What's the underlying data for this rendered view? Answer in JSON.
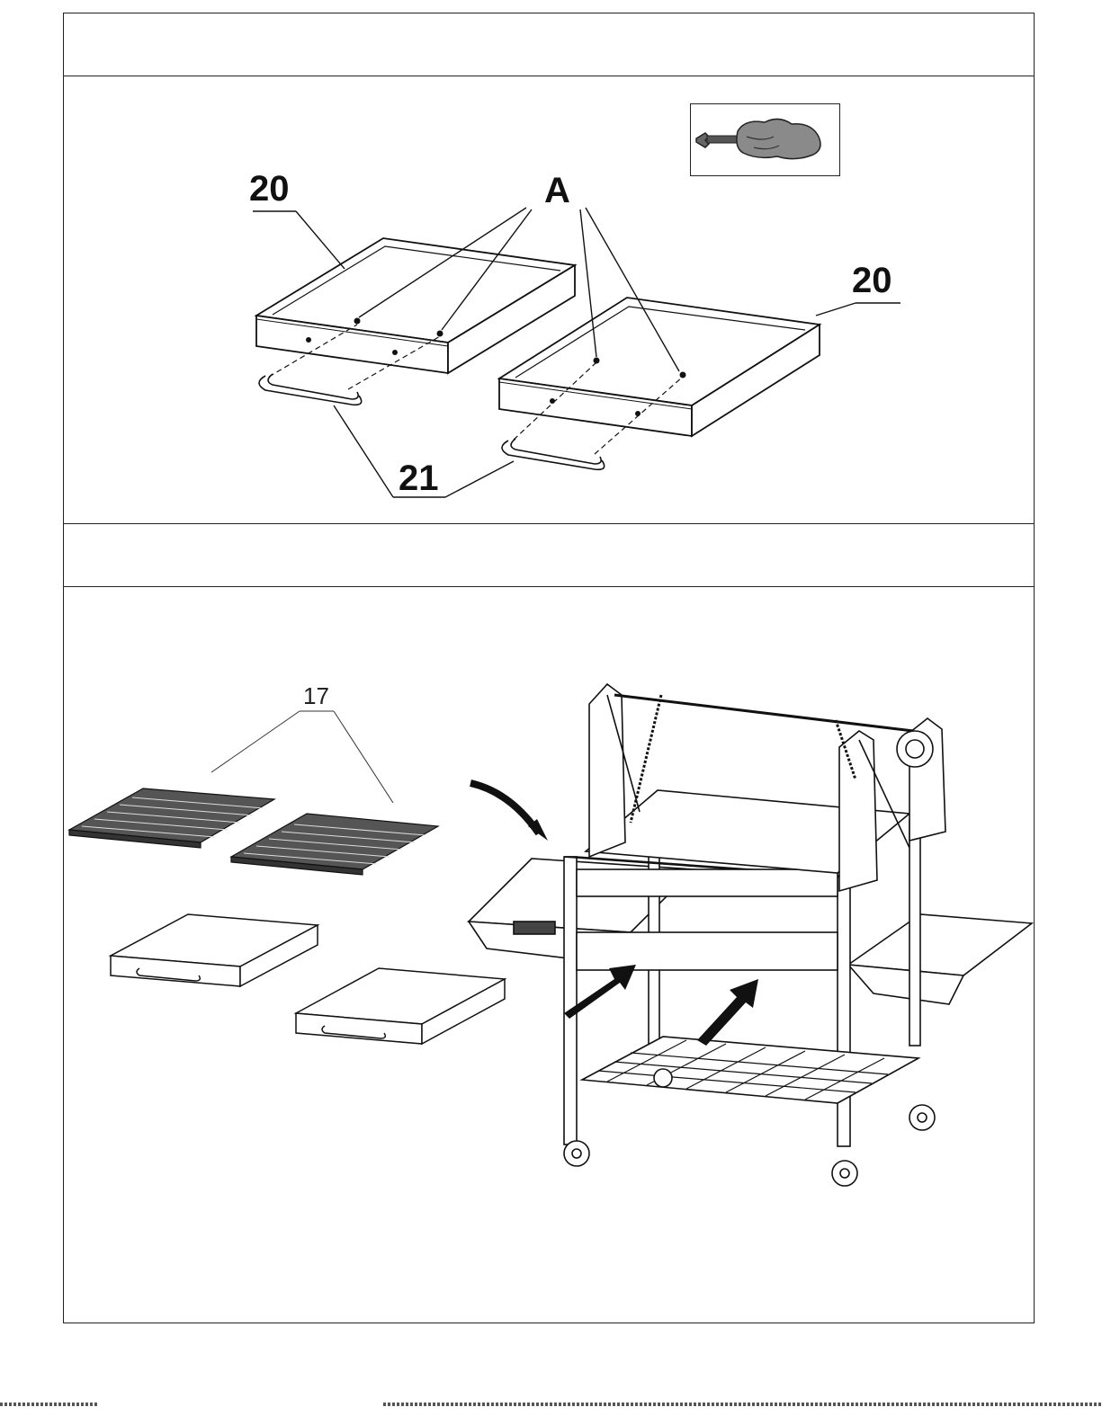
{
  "step1": {
    "label_tray": "20",
    "label_fastener": "A",
    "label_handle": "21",
    "tool_icon": "wrench-hand-icon"
  },
  "step2": {
    "label_grate": "17"
  }
}
